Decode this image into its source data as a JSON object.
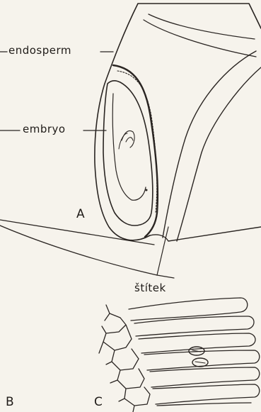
{
  "labels": {
    "endosperm": "endosperm",
    "embryo": "embryo",
    "scutellum": "štítek",
    "panel_a": "A",
    "panel_b": "B",
    "panel_c": "C"
  },
  "colors": {
    "ink": "#2a2522",
    "paper": "#f6f3ec"
  }
}
